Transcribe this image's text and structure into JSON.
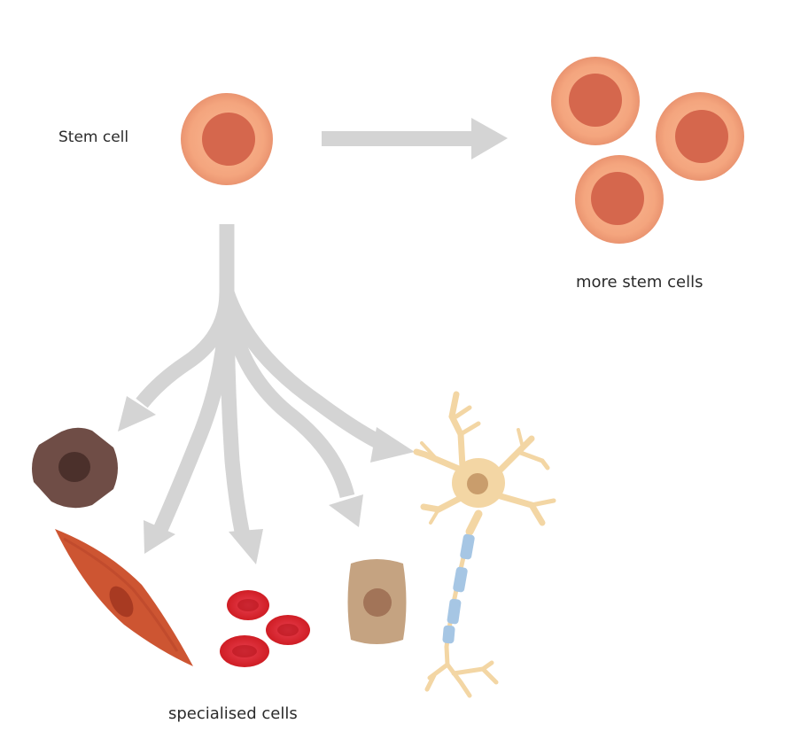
{
  "labels": {
    "stem_cell": "Stem cell",
    "more_stem_cells": "more stem cells",
    "specialised_cells": "specialised cells"
  },
  "colors": {
    "arrow": "#d4d4d4",
    "stem_cytoplasm": "#f4a57e",
    "stem_nucleus": "#d5674d",
    "cell_type_1": "#6f4d46",
    "muscle_cell": "#cd5532",
    "red_blood_cell": "#d31f26",
    "epithelial_cell": "#c5a381",
    "neuron": "#f3d6a4",
    "myelin": "#a6c6e4"
  },
  "icons": [
    "stem-cell-icon",
    "arrow-right-icon",
    "branching-arrows-icon",
    "neuron-icon",
    "red-blood-cell-icon",
    "muscle-cell-icon"
  ]
}
